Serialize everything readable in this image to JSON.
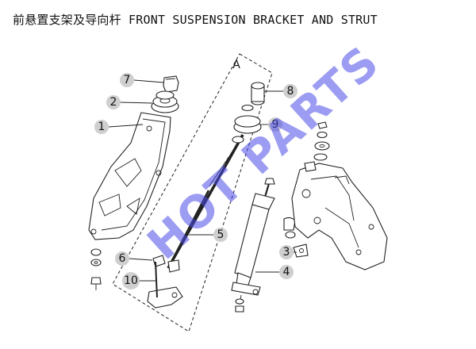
{
  "title": "前悬置支架及导向杆 FRONT SUSPENSION BRACKET AND STRUT",
  "group_label": "A",
  "watermark": "HOT PARTS",
  "callouts": [
    "1",
    "2",
    "3",
    "4",
    "5",
    "6",
    "7",
    "8",
    "9",
    "10"
  ],
  "colors": {
    "callout_fill": "#cfcfcf",
    "watermark": "#4a4ae8",
    "line": "#222222"
  }
}
